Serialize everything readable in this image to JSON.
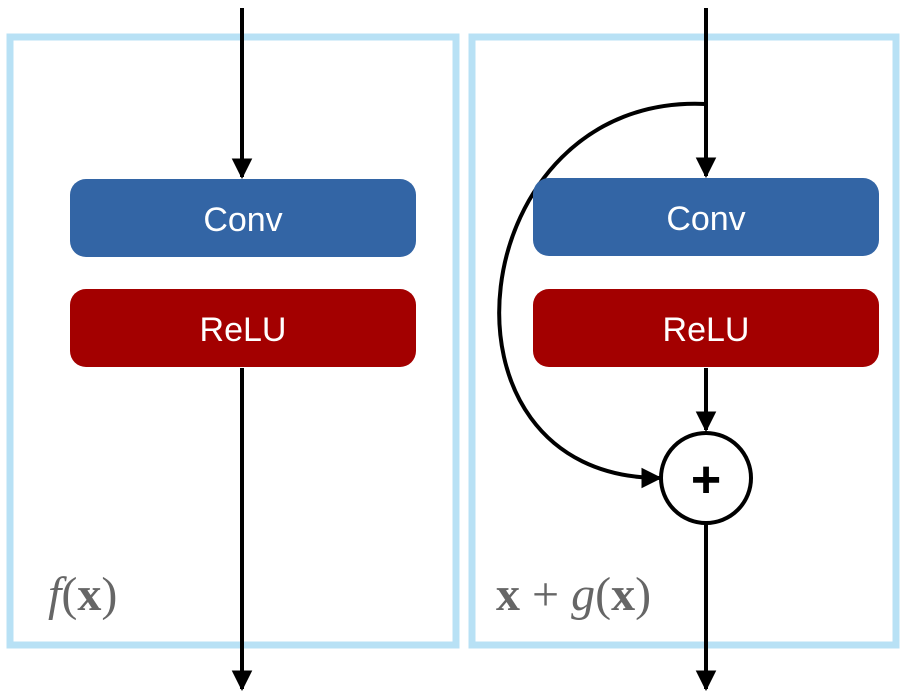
{
  "diagram": {
    "left_panel": {
      "blocks": [
        {
          "label": "Conv",
          "color": "#3365A5"
        },
        {
          "label": "ReLU",
          "color": "#A30000"
        }
      ],
      "formula": "f(x)"
    },
    "right_panel": {
      "blocks": [
        {
          "label": "Conv",
          "color": "#3365A5"
        },
        {
          "label": "ReLU",
          "color": "#A30000"
        }
      ],
      "add_node_symbol": "+",
      "formula": "x + g(x)"
    },
    "panel_border_color": "#B8E1F5",
    "arrow_color": "#000000"
  }
}
